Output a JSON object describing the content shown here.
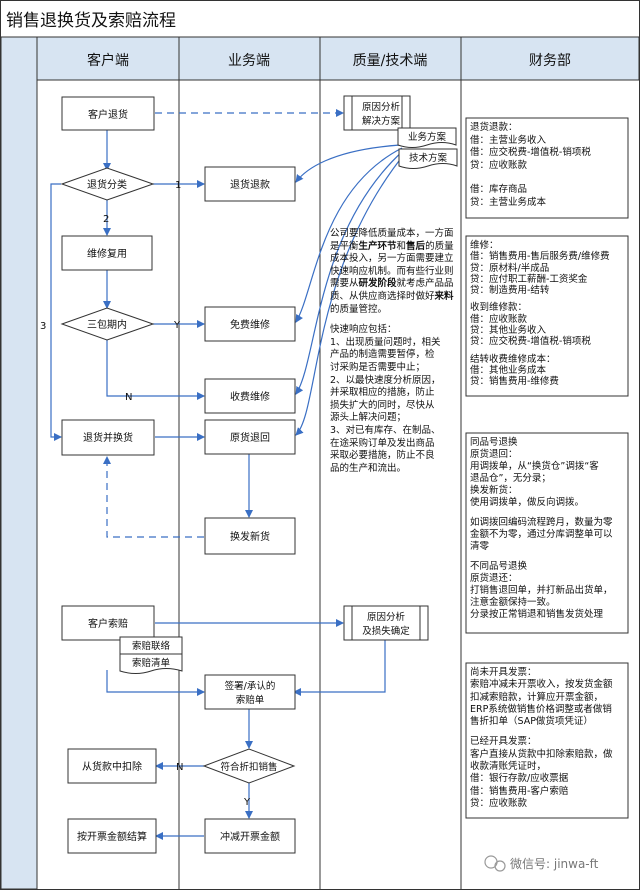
{
  "title": "销售退换货及索赔流程",
  "lanes": [
    "客户端",
    "业务端",
    "质量/技术端",
    "财务部"
  ],
  "nodes": {
    "customer_return": "客户退货",
    "cause_analysis_1": "原因分析",
    "cause_analysis_2": "解决方案",
    "biz_plan": "业务方案",
    "tech_plan": "技术方案",
    "return_type": "退货分类",
    "refund": "退货退款",
    "repair_review": "维修复用",
    "warranty": "三包期内",
    "free_repair": "免费维修",
    "paid_repair": "收费维修",
    "return_exchange": "退货并换货",
    "original_return": "原货退回",
    "new_goods": "换发新货",
    "customer_claim": "客户索赔",
    "claim_contact": "索赔联络",
    "claim_list": "索赔清单",
    "claim_analysis_1": "原因分析",
    "claim_analysis_2": "及损失确定",
    "sign_1": "签署/承认的",
    "sign_2": "索赔单",
    "discount_check": "符合折扣销售",
    "deduct_payment": "从货款中扣除",
    "offset_invoice": "冲减开票金额",
    "settle_invoice": "按开票金额结算"
  },
  "edge_labels": {
    "one": "1",
    "two": "2",
    "three": "3",
    "y1": "Y",
    "n1": "N",
    "n2": "N",
    "y2": "Y"
  },
  "quality_note": {
    "p1": [
      "公司要降低质量成本，一",
      "方面是平衡",
      "生产环节",
      "和",
      "售后",
      "的质量成本投入，另一",
      "方面需要建立快速响应机",
      "制。而有些行业则需要从",
      "研发阶段",
      "就考虑产品品",
      "质、从供应商选择时做好",
      "来料",
      "的质量管控。"
    ],
    "p2": [
      "快速响应包括：",
      "1、出现质量问题时，相关",
      "产品的制造需要暂停，检",
      "讨采购是否需要中止；",
      "2、以最快速度分析原因，",
      "并采取相应的措施，防止",
      "损失扩大的同时，尽快从",
      "源头上解决问题；",
      "3、对已有库存、在制品、",
      "在途采购订单及发出商品",
      "采取必要措施，防止不良",
      "品的生产和流出。"
    ]
  },
  "finance_notes": {
    "refund": [
      "退货退款：",
      "借：主营业务收入",
      "借：应交税费-增值税-销项税",
      "贷：应收账款",
      "",
      "借：库存商品",
      "贷：主营业务成本"
    ],
    "repair": [
      "维修：",
      "借：销售费用-售后服务费/维修费",
      "贷：原材料/半成品",
      "贷：应付职工薪酬-工资奖金",
      "贷：制造费用-结转",
      "",
      "收到维修款：",
      "借：应收账款",
      "贷：其他业务收入",
      "贷：应交税费-增值税-销项税",
      "",
      "结转收费维修成本：",
      "借：其他业务成本",
      "贷：销售费用-维修费"
    ],
    "exchange": [
      "同品号退换",
      "原货退回：",
      "用调拨单，从“换货仓”调拨“客",
      "退品仓”，无分录；",
      "换发新货：",
      "使用调拨单，做反向调拨。",
      "",
      "如调拨回编码流程跨月，数量为零",
      "金额不为零，通过分库调整单可以",
      "清零",
      "",
      "不同品号退换",
      "原货退还：",
      "打销售退回单，并打新品出货单，",
      "注意金额保持一致。",
      "分录按正常销退和销售发货处理"
    ],
    "claim": [
      "尚未开具发票：",
      "索赔冲减未开票收入，按发货金额",
      "扣减索赔款，计算应开票金额，",
      "ERP系统做销售价格调整或者做销",
      "售折扣单（SAP做货项凭证）",
      "",
      "已经开具发票：",
      "客户直接从货款中扣除索赔款，做",
      "收款清账凭证时，",
      "借：银行存款/应收票据",
      "借：销售费用-客户索赔",
      "贷：应收账款"
    ]
  },
  "watermark": "微信号: jinwa-ft"
}
